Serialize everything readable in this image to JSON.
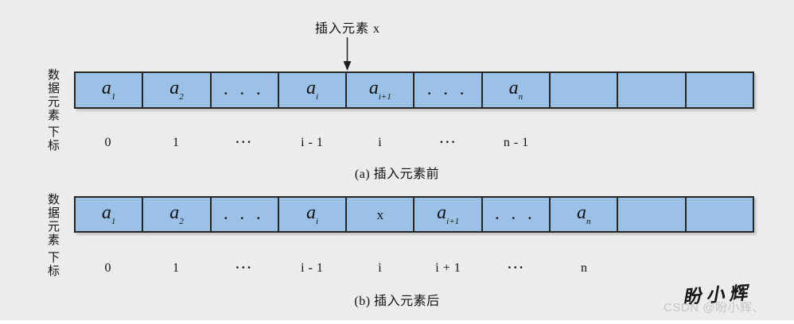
{
  "page": {
    "background": "#ececec",
    "cell_fill": "#9bc2e6",
    "border_color": "#262626"
  },
  "insert_pointer": {
    "label": "插入元素 x"
  },
  "section_a": {
    "data_label": "数据元素",
    "index_label": "下标",
    "cells": [
      {
        "base": "a",
        "sub": "1"
      },
      {
        "base": "a",
        "sub": "2"
      },
      {
        "base": ". . .",
        "sub": ""
      },
      {
        "base": "a",
        "sub": "i"
      },
      {
        "base": "a",
        "sub": "i+1"
      },
      {
        "base": ". . .",
        "sub": ""
      },
      {
        "base": "a",
        "sub": "n"
      },
      {
        "base": "",
        "sub": ""
      },
      {
        "base": "",
        "sub": ""
      },
      {
        "base": "",
        "sub": ""
      }
    ],
    "indices": [
      "0",
      "1",
      "···",
      "i - 1",
      "i",
      "···",
      "n - 1",
      "",
      "",
      ""
    ],
    "caption": "(a) 插入元素前"
  },
  "section_b": {
    "data_label": "数据元素",
    "index_label": "下标",
    "cells": [
      {
        "base": "a",
        "sub": "1"
      },
      {
        "base": "a",
        "sub": "2"
      },
      {
        "base": ". . .",
        "sub": ""
      },
      {
        "base": "a",
        "sub": "i"
      },
      {
        "base": "x",
        "sub": ""
      },
      {
        "base": "a",
        "sub": "i+1"
      },
      {
        "base": ". . .",
        "sub": ""
      },
      {
        "base": "a",
        "sub": "n"
      },
      {
        "base": "",
        "sub": ""
      },
      {
        "base": "",
        "sub": ""
      }
    ],
    "indices": [
      "0",
      "1",
      "···",
      "i - 1",
      "i",
      "i + 1",
      "···",
      "n",
      "",
      ""
    ],
    "caption": "(b) 插入元素后"
  },
  "watermark": {
    "csdn": "CSDN @盼小辉、",
    "signature": "盼小辉"
  }
}
